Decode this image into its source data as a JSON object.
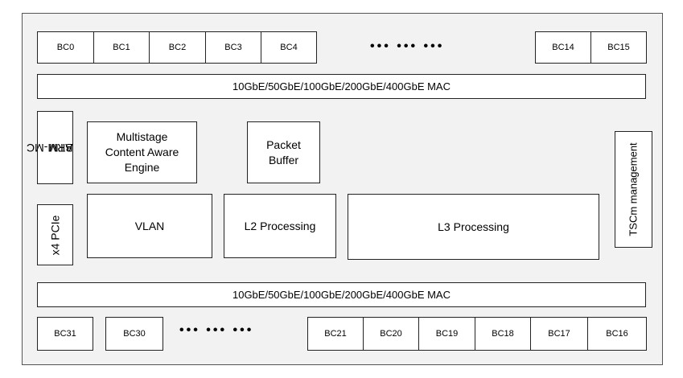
{
  "top_row": {
    "left": [
      "BC0",
      "BC1",
      "BC2",
      "BC3",
      "BC4"
    ],
    "right": [
      "BC14",
      "BC15"
    ],
    "ellipsis": "•••  •••  •••"
  },
  "mac_top": "10GbE/50GbE/100GbE/200GbE/400GbE MAC",
  "mac_bottom": "10GbE/50GbE/100GbE/200GbE/400GbE MAC",
  "blocks": {
    "arm_mc_line1": "ARM-MC",
    "arm_mc_line2": "BTM",
    "pcie": "x4 PCIe",
    "content_engine_line1": "Multistage",
    "content_engine_line2": "Content Aware",
    "content_engine_line3": "Engine",
    "packet_buffer_line1": "Packet",
    "packet_buffer_line2": "Buffer",
    "vlan": "VLAN",
    "l2": "L2 Processing",
    "l3": "L3 Processing",
    "tscm": "TSCm management"
  },
  "bottom_row": {
    "left": [
      "BC31",
      "BC30"
    ],
    "right": [
      "BC21",
      "BC20",
      "BC19",
      "BC18",
      "BC17",
      "BC16"
    ],
    "ellipsis": "•••  •••  •••"
  }
}
